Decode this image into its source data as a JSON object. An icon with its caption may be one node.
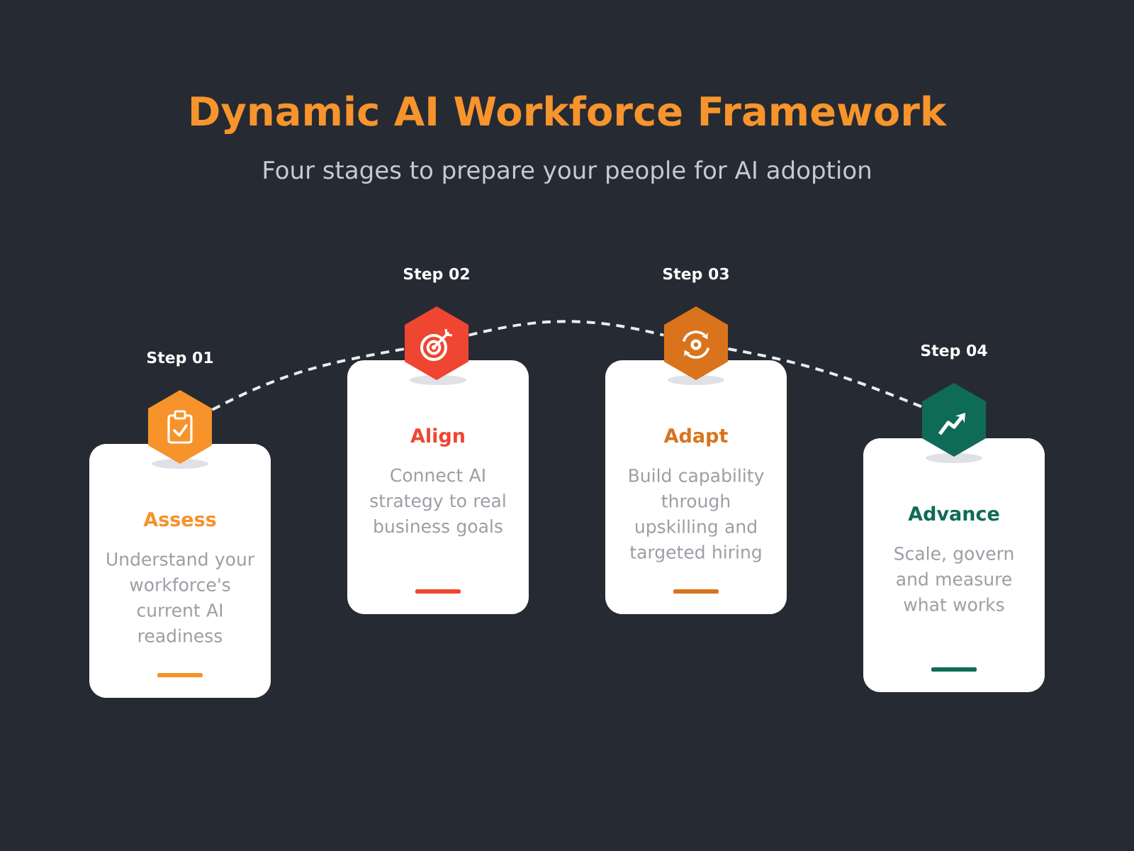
{
  "diagram": {
    "title": "Dynamic AI Workforce Framework",
    "nodes": [
      {
        "text": [],
        "shape": "hexagon",
        "beside": [
          "Step 01"
        ]
      },
      {
        "text": [
          "Assess",
          "Understand your workforce's current AI readiness"
        ]
      },
      {
        "text": [],
        "shape": "hexagon",
        "beside": [
          "Step 02"
        ]
      },
      {
        "text": [
          "Align",
          "Connect AI strategy to real business goals"
        ]
      },
      {
        "text": [],
        "shape": "hexagon",
        "beside": [
          "Step 03"
        ]
      },
      {
        "text": [
          "Adapt",
          "Build capability through upskilling and targeted hiring"
        ]
      },
      {
        "text": [],
        "shape": "hexagon",
        "beside": [
          "Step 04"
        ]
      },
      {
        "text": [
          "Advance",
          "Scale, govern and measure what works"
        ]
      }
    ],
    "edges": [
      {
        "from": 0,
        "to": 2,
        "arrow": "none",
        "style": "dashed"
      },
      {
        "from": 2,
        "to": 4,
        "arrow": "none",
        "style": "dashed"
      },
      {
        "from": 4,
        "to": 6,
        "arrow": "none",
        "style": "dashed"
      }
    ],
    "labels": [
      "Four stages to prepare your people for AI adoption"
    ]
  }
}
